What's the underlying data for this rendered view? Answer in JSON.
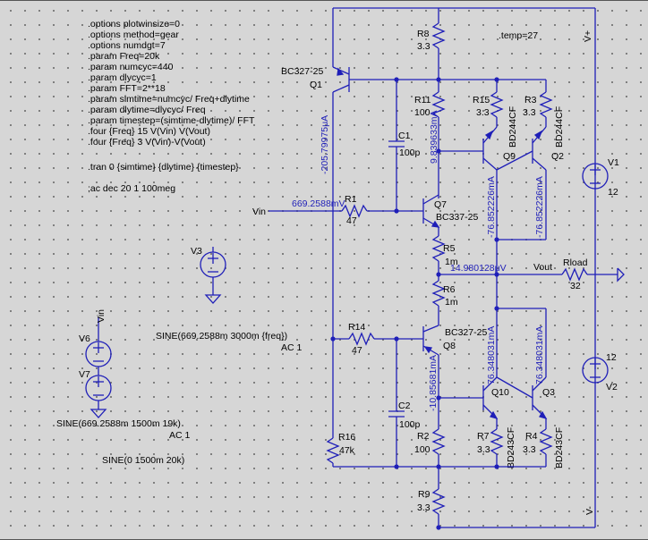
{
  "directives": [
    ".options plotwinsize=0",
    ".options method=gear",
    ".options numdgt=7",
    ".param Freq=20k",
    ".param numcyc=440",
    ".param dlycyc=1",
    ".param FFT=2**18",
    ".param simtime=numcyc/ Freq+dlytime",
    ".param dlytime=dlycyc/ Freq",
    ".param timestep=(simtime-dlytime)/ FFT",
    ".four {Freq} 15 V(Vin) V(Vout)",
    ".four {Freq} 3 V(Vin)-V(Vout)",
    ".tran 0 {simtime} {dlytime} {timestep}",
    ";ac dec 20 1 100meg"
  ],
  "temp": ".temp=27",
  "components": {
    "R8": {
      "name": "R8",
      "value": "3.3"
    },
    "R11": {
      "name": "R11",
      "value": "100"
    },
    "R15": {
      "name": "R15",
      "value": "3.3"
    },
    "R3": {
      "name": "R3",
      "value": "3.3"
    },
    "R1": {
      "name": "R1",
      "value": "47"
    },
    "R5": {
      "name": "R5",
      "value": "1m"
    },
    "R6": {
      "name": "R6",
      "value": "1m"
    },
    "R14": {
      "name": "R14",
      "value": "47"
    },
    "R16": {
      "name": "R16",
      "value": "47k"
    },
    "R2": {
      "name": "R2",
      "value": "100"
    },
    "R7": {
      "name": "R7",
      "value": "3.3"
    },
    "R4": {
      "name": "R4",
      "value": "3.3"
    },
    "R9": {
      "name": "R9",
      "value": "3.3"
    },
    "Rload": {
      "name": "Rload",
      "value": "32"
    },
    "C1": {
      "name": "C1",
      "value": "100p"
    },
    "C2": {
      "name": "C2",
      "value": "100p"
    },
    "Q1": {
      "name": "Q1",
      "model": "BC327-25"
    },
    "Q7": {
      "name": "Q7",
      "model": "BC337-25"
    },
    "Q8": {
      "name": "Q8",
      "model": "BC327-25"
    },
    "Q9": {
      "name": "Q9",
      "model": "BD244CF"
    },
    "Q2": {
      "name": "Q2",
      "model": "BD244CF"
    },
    "Q10": {
      "name": "Q10",
      "model": "BD243CF"
    },
    "Q3": {
      "name": "Q3",
      "model": "BD243CF"
    },
    "V1": {
      "name": "V1",
      "value": "12"
    },
    "V2": {
      "name": "V2",
      "value": "12"
    },
    "V3": {
      "name": "V3"
    },
    "V6": {
      "name": "V6"
    },
    "V7": {
      "name": "V7"
    }
  },
  "sources": {
    "v3_spec": "SINE(669.2588m 3000m {freq})",
    "v3_ac": "AC 1",
    "v6_spec": "SINE(669.2588m 1500m 19k)",
    "v6_ac": "AC 1",
    "v7_spec": "SINE(0 1500m 20k)"
  },
  "nets": {
    "vin": "Vin",
    "vout": "Vout",
    "vplus": "V+",
    "vminus": "V-",
    "vin_v6": "Vin"
  },
  "annotations": {
    "q1_current": "-205.79975μA",
    "r1_voltage": "669.2588mV",
    "r11_current": "9.839633mA",
    "q9_current": "-76.852226mA",
    "q2_current": "-76.852226mA",
    "out_voltage": "14.980128μV",
    "q8_current": "-10.85681mA",
    "q10_current": "76.348031mA",
    "q3_current": "76.348031mA"
  }
}
